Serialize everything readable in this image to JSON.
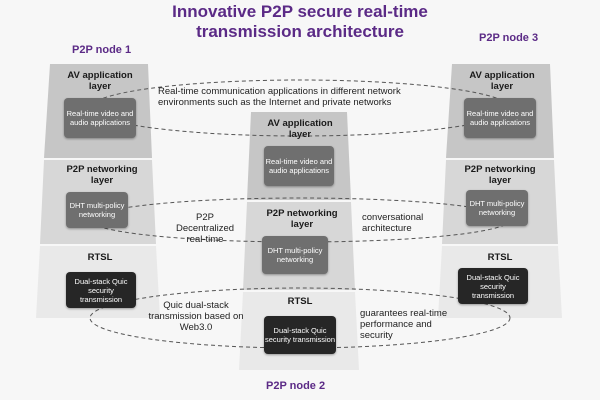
{
  "title": {
    "line1": "Innovative P2P secure real-time",
    "line2": "transmission architecture"
  },
  "nodes": {
    "node1": "P2P node 1",
    "node2": "P2P node 2",
    "node3": "P2P node 3"
  },
  "layers": {
    "av_title": "AV application layer",
    "av_box": "Real-time video and audio applications",
    "p2p_title": "P2P networking layer",
    "p2p_box": "DHT multi-policy networking",
    "rtsl_title": "RTSL",
    "rtsl_box": "Dual-stack Quic security transmission"
  },
  "annotations": {
    "realtime_comm": "Real-time communication applications in different network environments  such as the Internet and private networks",
    "p2p_decentralized": "P2P Decentralized real-time",
    "conversational": "conversational architecture",
    "quic_dual": "Quic dual-stack transmission based on Web3.0",
    "guarantees": "guarantees real-time performance and security"
  },
  "colors": {
    "title": "#5b2a86",
    "panel_av": "#c8c8c8",
    "panel_p2p": "#d9d9d9",
    "panel_rtsl": "#ebebeb",
    "box_gray": "#6f6f6f",
    "box_black": "#262626"
  }
}
